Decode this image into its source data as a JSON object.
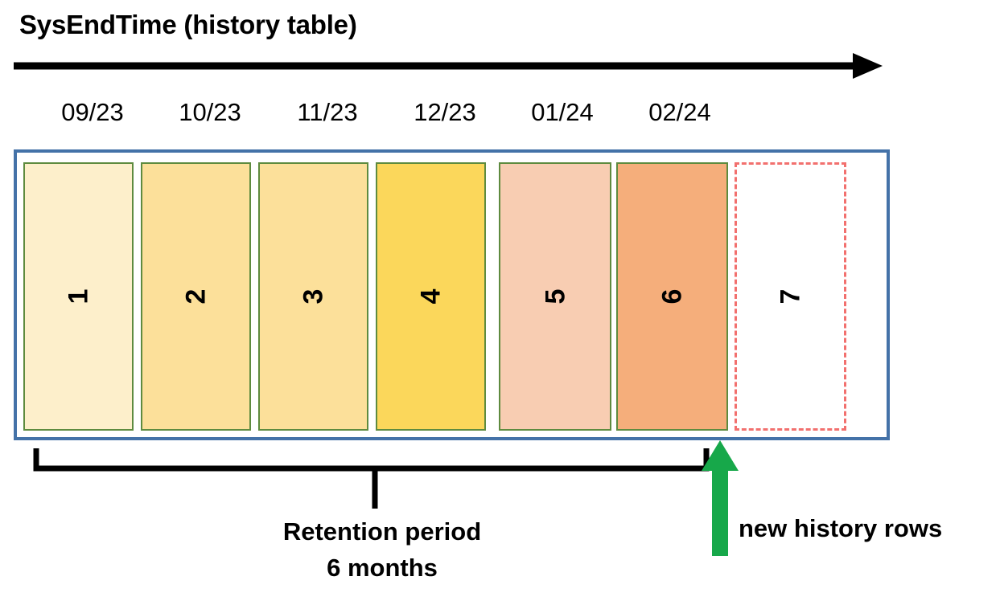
{
  "diagram": {
    "title": "SysEndTime (history table)",
    "timeline": {
      "axis_name": "time-axis-arrow",
      "direction": "left-to-right",
      "color": "#000000"
    },
    "month_labels": [
      "09/23",
      "10/23",
      "11/23",
      "12/23",
      "01/24",
      "02/24"
    ],
    "container": {
      "name": "history-table-container",
      "border_color": "#4472A8"
    },
    "boxes": [
      {
        "number": "1",
        "month": "09/23",
        "fill": "#FDEFCB",
        "border": "#5E8B3F",
        "style": "solid",
        "state": "retained"
      },
      {
        "number": "2",
        "month": "10/23",
        "fill": "#FCE09A",
        "border": "#5E8B3F",
        "style": "solid",
        "state": "retained"
      },
      {
        "number": "3",
        "month": "11/23",
        "fill": "#FCE09A",
        "border": "#5E8B3F",
        "style": "solid",
        "state": "retained"
      },
      {
        "number": "4",
        "month": "12/23",
        "fill": "#FBD75B",
        "border": "#5E8B3F",
        "style": "solid",
        "state": "retained"
      },
      {
        "number": "5",
        "month": "01/24",
        "fill": "#F8CDB2",
        "border": "#5E8B3F",
        "style": "solid",
        "state": "retained"
      },
      {
        "number": "6",
        "month": "02/24",
        "fill": "#F5AE7B",
        "border": "#5E8B3F",
        "style": "solid",
        "state": "retained"
      },
      {
        "number": "7",
        "month": "",
        "fill": "#FFFFFF",
        "border": "#F2706E",
        "style": "dashed",
        "state": "new"
      }
    ],
    "retention": {
      "bracket_name": "retention-period-bracket",
      "line1": "Retention period",
      "line2": "6 months",
      "spans_boxes": [
        1,
        6
      ]
    },
    "new_rows": {
      "arrow_name": "new-history-rows-arrow",
      "arrow_color": "#17A84A",
      "label": "new history rows"
    }
  }
}
